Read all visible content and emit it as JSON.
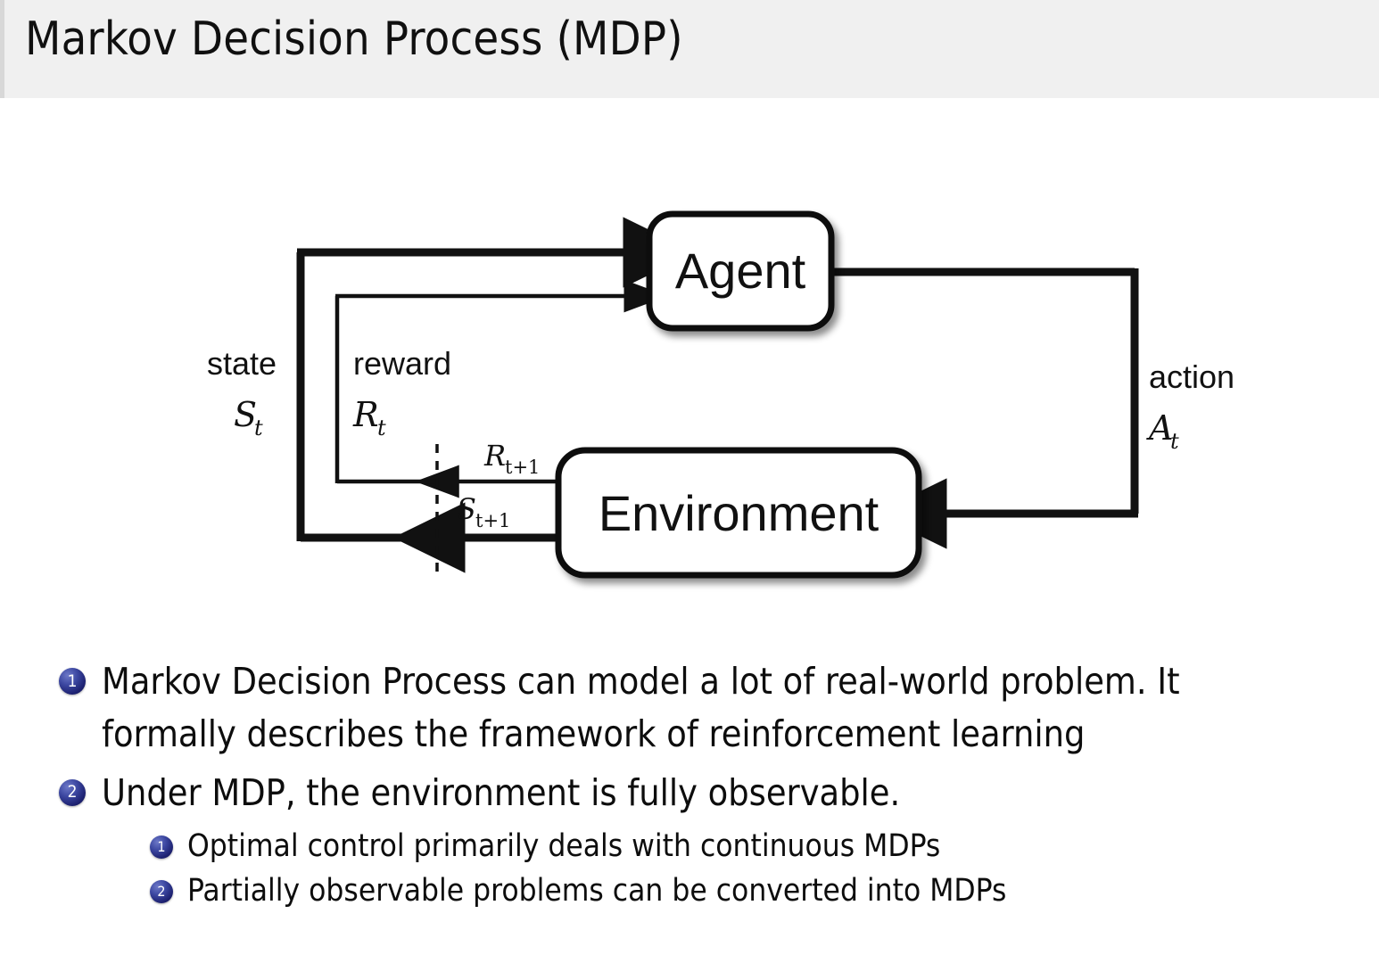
{
  "slide": {
    "title": "Markov Decision Process (MDP)",
    "header_bg": "#f0f0f0",
    "body_bg": "#ffffff",
    "text_color": "#0d0d0d",
    "marker_color": "#1d2170"
  },
  "diagram": {
    "name": "agent-environment-interaction-loop",
    "nodes": {
      "agent": "Agent",
      "environment": "Environment"
    },
    "edge_labels": {
      "state_word": "state",
      "state_sym": "S",
      "state_sub": "t",
      "reward_word": "reward",
      "reward_sym": "R",
      "reward_sub": "t",
      "action_word": "action",
      "action_sym": "A",
      "action_sub": "t",
      "reward_next_sym": "R",
      "reward_next_sub": "t+1",
      "state_next_sym": "S",
      "state_next_sub": "t+1"
    }
  },
  "bullets": [
    {
      "index": "1",
      "level": 1,
      "text": "Markov Decision Process can model a lot of real-world problem. It\nformally describes the framework of reinforcement learning"
    },
    {
      "index": "2",
      "level": 1,
      "text": "Under MDP, the environment is fully observable."
    },
    {
      "index": "1",
      "level": 2,
      "text": "Optimal control primarily deals with continuous MDPs"
    },
    {
      "index": "2",
      "level": 2,
      "text": "Partially observable problems can be converted into MDPs"
    }
  ]
}
